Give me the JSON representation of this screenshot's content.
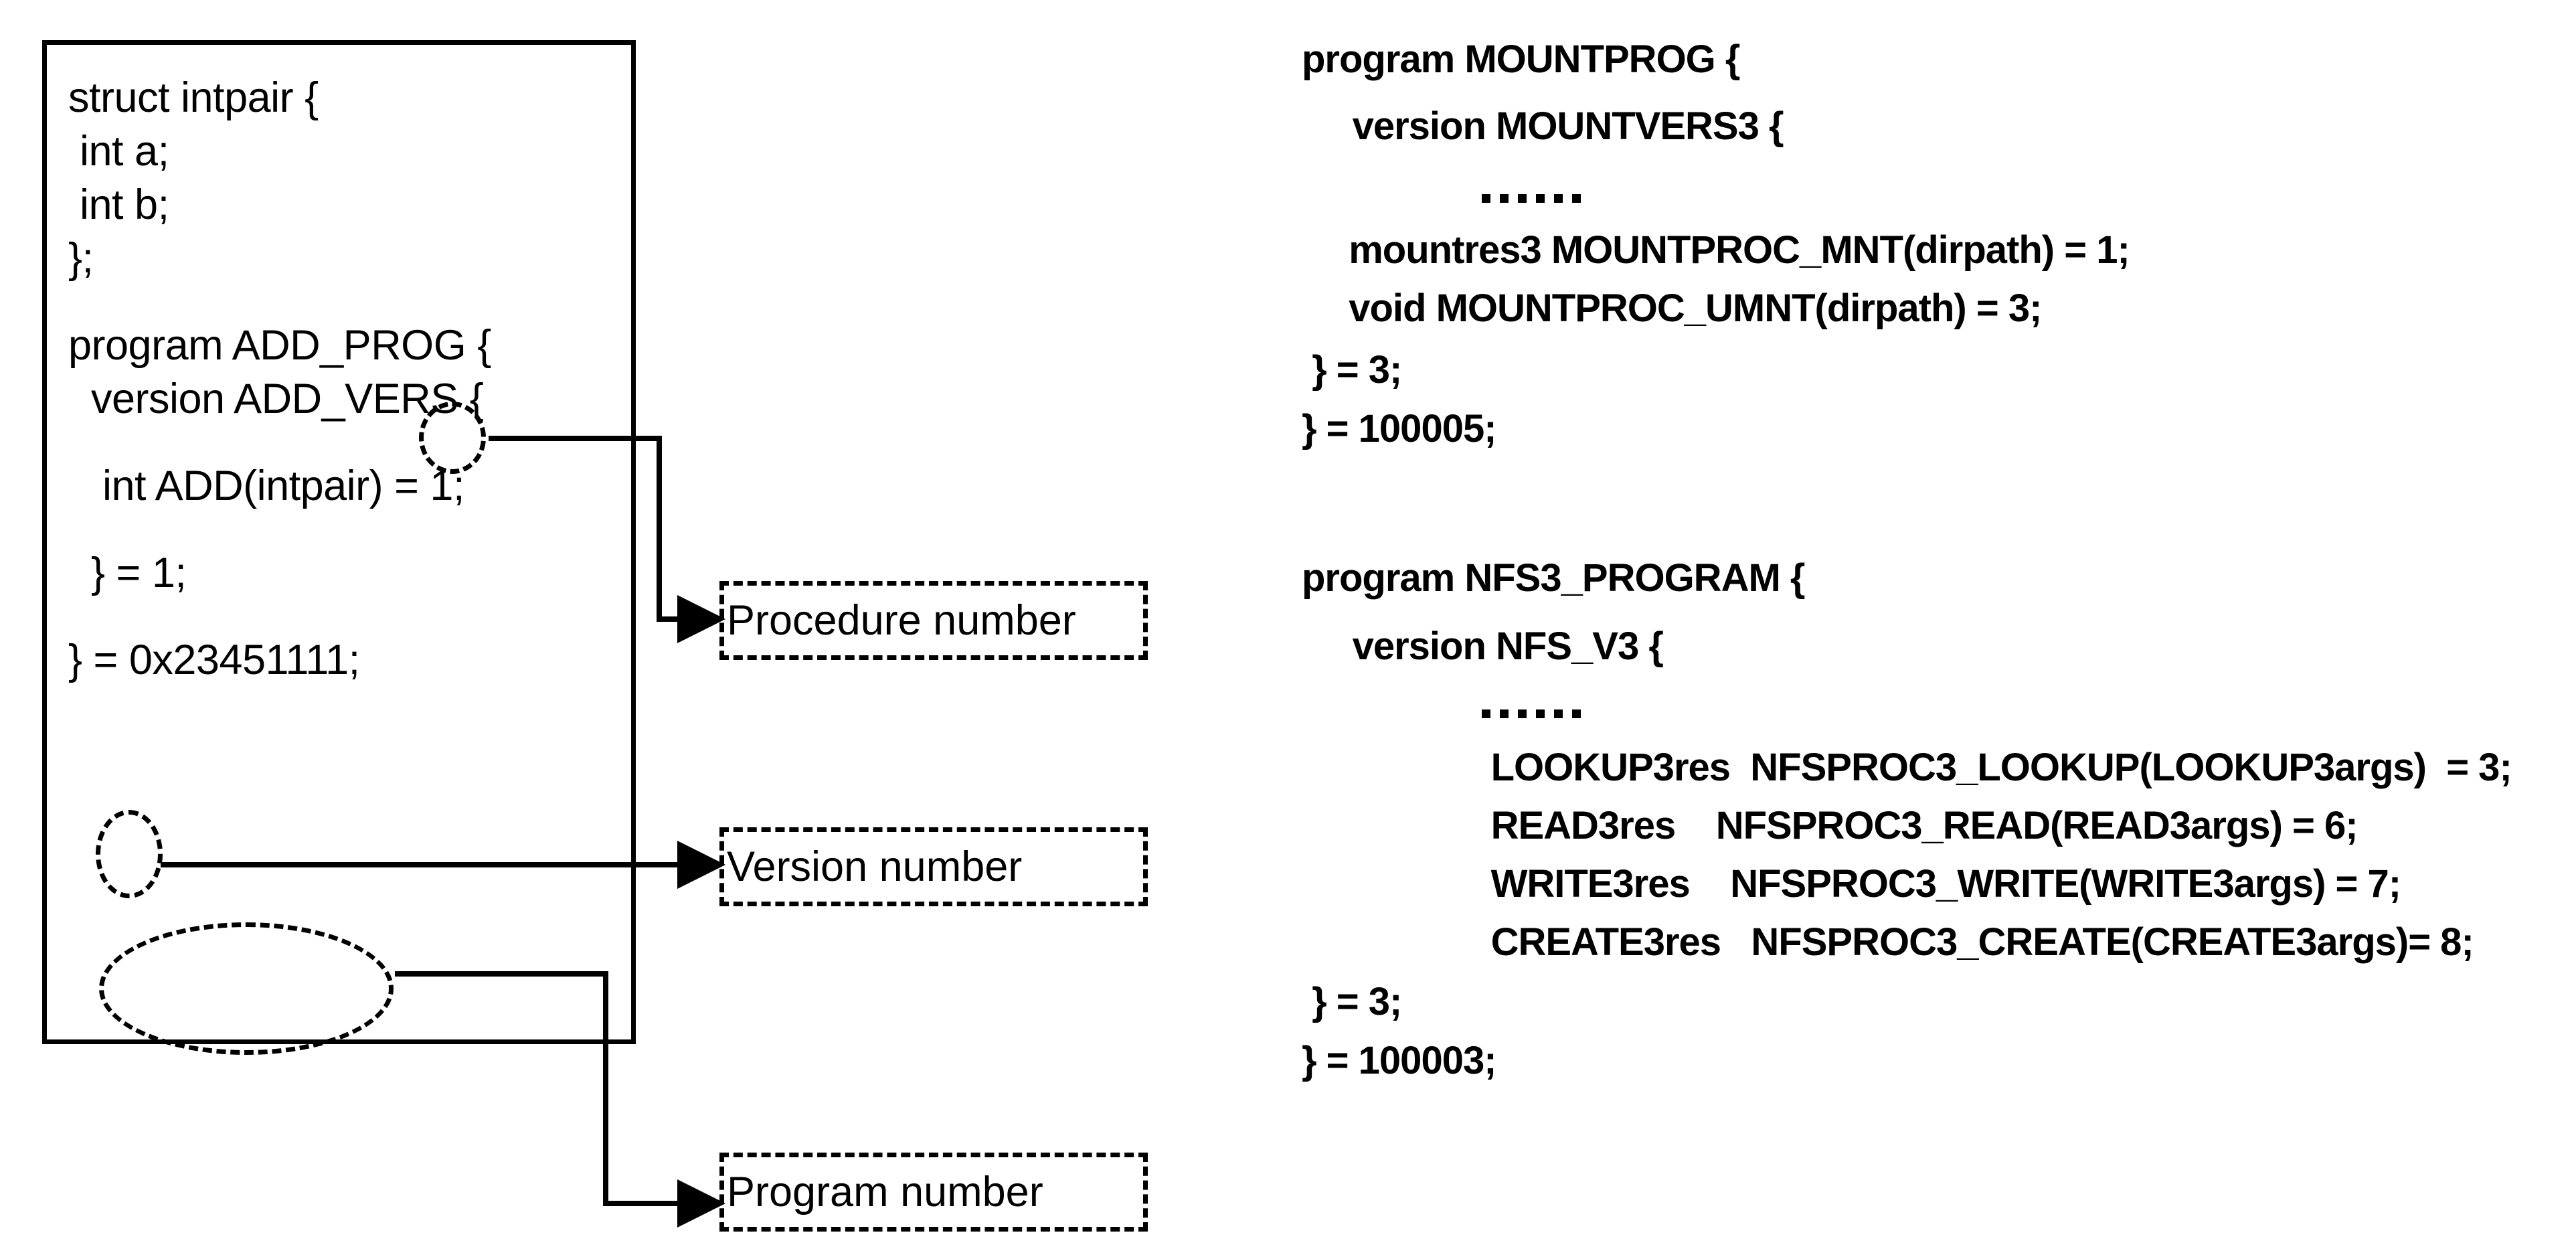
{
  "left_panel": {
    "box_title": "xdr-definition-box",
    "code_lines": [
      "struct intpair {",
      " int a;",
      " int b;",
      "};",
      "program ADD_PROG {",
      "  version ADD_VERS {",
      "   int ADD(intpair) = 1;",
      "  } = 1;",
      "} = 0x23451111;"
    ],
    "highlights": [
      {
        "name": "procedure-number-value",
        "text": "1;"
      },
      {
        "name": "version-number-value",
        "text": "1;"
      },
      {
        "name": "program-number-value",
        "text": "0x23451111;"
      }
    ]
  },
  "annotations": [
    {
      "id": "procedure-number",
      "label": "Procedure number"
    },
    {
      "id": "version-number",
      "label": "Version number"
    },
    {
      "id": "program-number",
      "label": "Program number"
    }
  ],
  "right_panel": {
    "mount_program": {
      "lines": [
        "program MOUNTPROG {",
        "     version MOUNTVERS3 {",
        "ELLIPSIS",
        "  mountres3 MOUNTPROC_MNT(dirpath) = 1;",
        "  void MOUNTPROC_UMNT(dirpath) = 3;",
        " } = 3;",
        "} = 100005;"
      ],
      "program_number": "100005",
      "version_number": "3",
      "procedures": [
        {
          "ret": "mountres3",
          "name": "MOUNTPROC_MNT",
          "args": "dirpath",
          "number": "1"
        },
        {
          "ret": "void",
          "name": "MOUNTPROC_UMNT",
          "args": "dirpath",
          "number": "3"
        }
      ]
    },
    "nfs_program": {
      "lines": [
        "program NFS3_PROGRAM {",
        "     version NFS_V3 {",
        "ELLIPSIS",
        "     LOOKUP3res  NFSPROC3_LOOKUP(LOOKUP3args)  = 3;",
        "     READ3res    NFSPROC3_READ(READ3args) = 6;",
        "     WRITE3res    NFSPROC3_WRITE(WRITE3args) = 7;",
        "     CREATE3res   NFSPROC3_CREATE(CREATE3args)= 8;",
        " } = 3;",
        "} = 100003;"
      ],
      "program_number": "100003",
      "version_number": "3",
      "procedures": [
        {
          "ret": "LOOKUP3res",
          "name": "NFSPROC3_LOOKUP",
          "args": "LOOKUP3args",
          "number": "3"
        },
        {
          "ret": "READ3res",
          "name": "NFSPROC3_READ",
          "args": "READ3args",
          "number": "6"
        },
        {
          "ret": "WRITE3res",
          "name": "NFSPROC3_WRITE",
          "args": "WRITE3args",
          "number": "7"
        },
        {
          "ret": "CREATE3res",
          "name": "NFSPROC3_CREATE",
          "args": "CREATE3args",
          "number": "8"
        }
      ]
    },
    "ellipsis_glyph": "……"
  },
  "colors": {
    "ink": "#000000",
    "background": "#ffffff"
  }
}
